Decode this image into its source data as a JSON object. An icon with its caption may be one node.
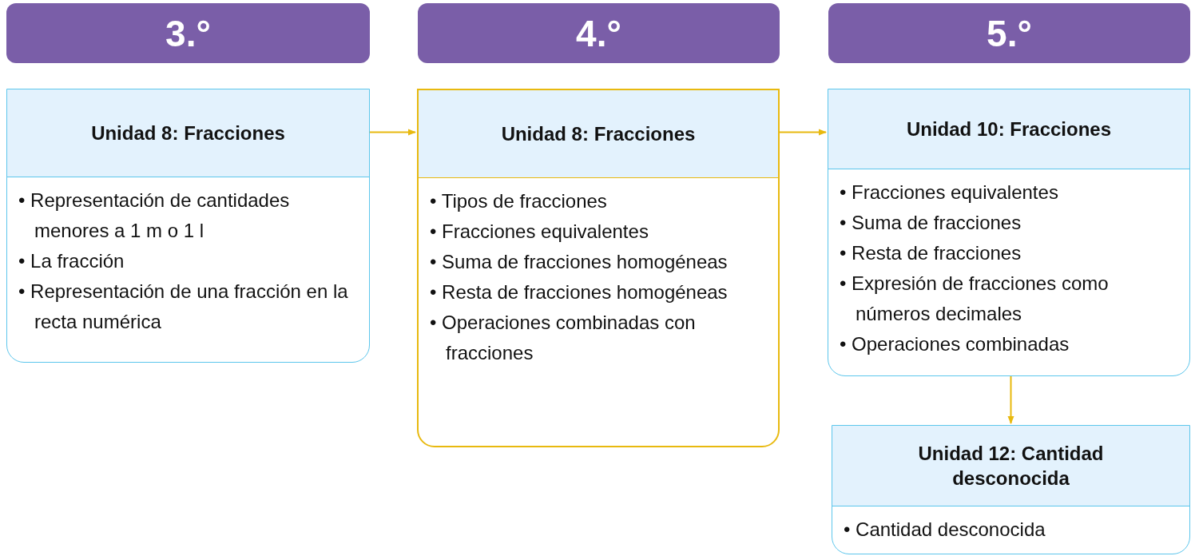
{
  "diagram": {
    "nodes": [
      {
        "text": [
          "3.°"
        ]
      },
      {
        "text": [
          "4.°"
        ]
      },
      {
        "text": [
          "5.°"
        ]
      },
      {
        "text": [
          "Unidad 8: Fracciones",
          "• Representación de cantidades menores a 1 m o 1 l",
          "• La fracción",
          "• Representación de una fracción en la recta numérica"
        ]
      },
      {
        "text": [
          "Unidad 8: Fracciones",
          "• Tipos de fracciones",
          "• Fracciones equivalentes",
          "• Suma de fracciones homogéneas",
          "• Resta de fracciones homogéneas",
          "• Operaciones combinadas con fracciones"
        ]
      },
      {
        "text": [
          "Unidad 10: Fracciones",
          "• Fracciones equivalentes",
          "• Suma de fracciones",
          "• Resta de fracciones",
          "• Expresión de fracciones como números decimales",
          "• Operaciones combinadas"
        ]
      },
      {
        "text": [
          "Unidad 12: Cantidad desconocida",
          "• Cantidad desconocida"
        ]
      }
    ],
    "edges": [
      {
        "from": 3,
        "to": 4,
        "arrow": "to"
      },
      {
        "from": 4,
        "to": 5,
        "arrow": "to"
      },
      {
        "from": 5,
        "to": 6,
        "arrow": "to"
      }
    ]
  }
}
